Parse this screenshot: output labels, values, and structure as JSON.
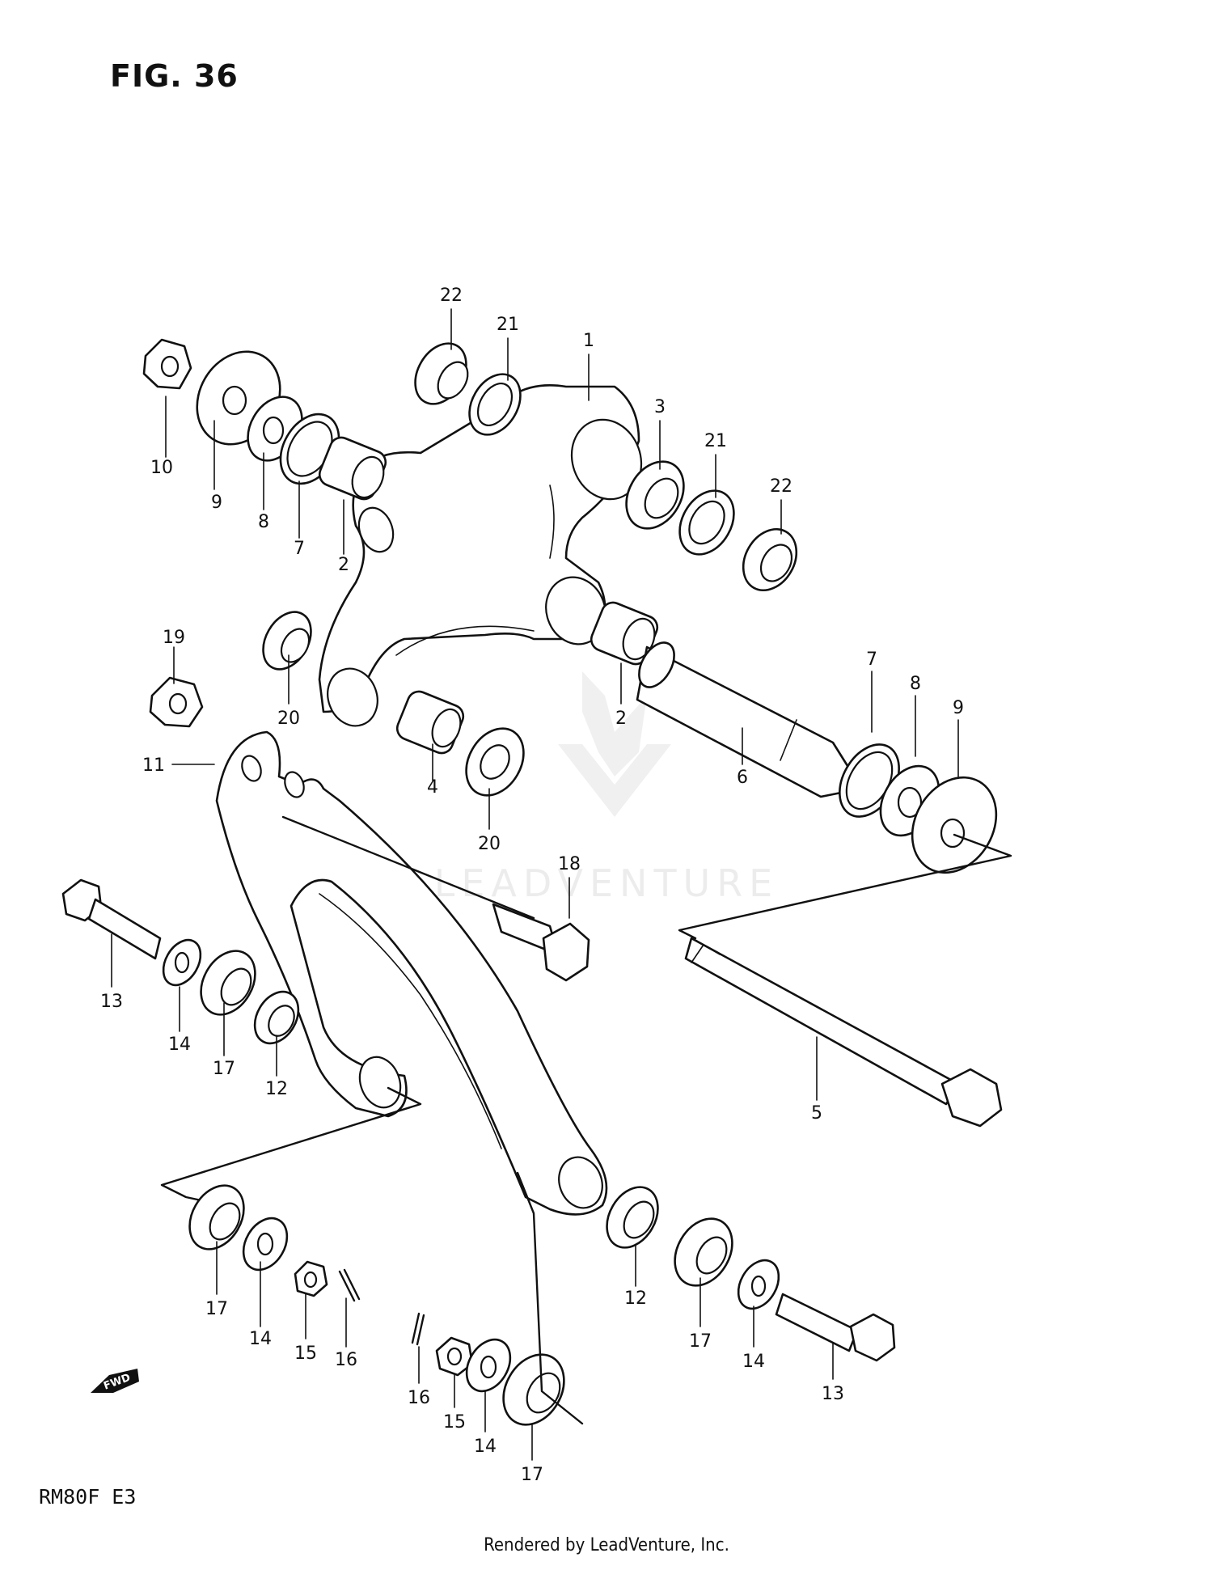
{
  "figure": {
    "title": "FIG. 36",
    "model_code": "RM80F  E3"
  },
  "footer": {
    "rendered_by": "Rendered by LeadVenture, Inc."
  },
  "watermark": {
    "text": "LEADVENTURE"
  },
  "direction_badge": {
    "label": "FWD"
  },
  "callouts": [
    {
      "id": "c1",
      "number": "1"
    },
    {
      "id": "c2a",
      "number": "2"
    },
    {
      "id": "c2b",
      "number": "2"
    },
    {
      "id": "c3",
      "number": "3"
    },
    {
      "id": "c4",
      "number": "4"
    },
    {
      "id": "c5",
      "number": "5"
    },
    {
      "id": "c6",
      "number": "6"
    },
    {
      "id": "c7a",
      "number": "7"
    },
    {
      "id": "c7b",
      "number": "7"
    },
    {
      "id": "c8a",
      "number": "8"
    },
    {
      "id": "c8b",
      "number": "8"
    },
    {
      "id": "c9a",
      "number": "9"
    },
    {
      "id": "c9b",
      "number": "9"
    },
    {
      "id": "c10",
      "number": "10"
    },
    {
      "id": "c11",
      "number": "11"
    },
    {
      "id": "c12a",
      "number": "12"
    },
    {
      "id": "c12b",
      "number": "12"
    },
    {
      "id": "c13a",
      "number": "13"
    },
    {
      "id": "c13b",
      "number": "13"
    },
    {
      "id": "c14a",
      "number": "14"
    },
    {
      "id": "c14b",
      "number": "14"
    },
    {
      "id": "c14c",
      "number": "14"
    },
    {
      "id": "c14d",
      "number": "14"
    },
    {
      "id": "c15a",
      "number": "15"
    },
    {
      "id": "c15b",
      "number": "15"
    },
    {
      "id": "c16a",
      "number": "16"
    },
    {
      "id": "c16b",
      "number": "16"
    },
    {
      "id": "c17a",
      "number": "17"
    },
    {
      "id": "c17b",
      "number": "17"
    },
    {
      "id": "c17c",
      "number": "17"
    },
    {
      "id": "c17d",
      "number": "17"
    },
    {
      "id": "c18",
      "number": "18"
    },
    {
      "id": "c19",
      "number": "19"
    },
    {
      "id": "c20a",
      "number": "20"
    },
    {
      "id": "c20b",
      "number": "20"
    },
    {
      "id": "c21a",
      "number": "21"
    },
    {
      "id": "c21b",
      "number": "21"
    },
    {
      "id": "c22a",
      "number": "22"
    },
    {
      "id": "c22b",
      "number": "22"
    }
  ]
}
